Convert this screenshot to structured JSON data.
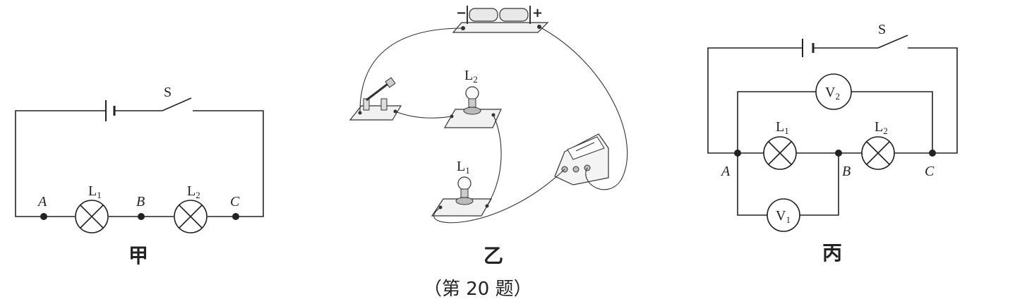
{
  "caption": "（第 20 题）",
  "figures": {
    "jia": {
      "title": "甲",
      "switch_label": "S",
      "lamp1": {
        "letter": "L",
        "sub": "1"
      },
      "lamp2": {
        "letter": "L",
        "sub": "2"
      },
      "points": [
        "A",
        "B",
        "C"
      ]
    },
    "yi": {
      "title": "乙",
      "battery_minus": "−",
      "battery_plus": "+",
      "lamp1": {
        "letter": "L",
        "sub": "1"
      },
      "lamp2": {
        "letter": "L",
        "sub": "2"
      }
    },
    "bing": {
      "title": "丙",
      "switch_label": "S",
      "lamp1": {
        "letter": "L",
        "sub": "1"
      },
      "lamp2": {
        "letter": "L",
        "sub": "2"
      },
      "v1": {
        "letter": "V",
        "sub": "1"
      },
      "v2": {
        "letter": "V",
        "sub": "2"
      },
      "points": [
        "A",
        "B",
        "C"
      ]
    }
  }
}
